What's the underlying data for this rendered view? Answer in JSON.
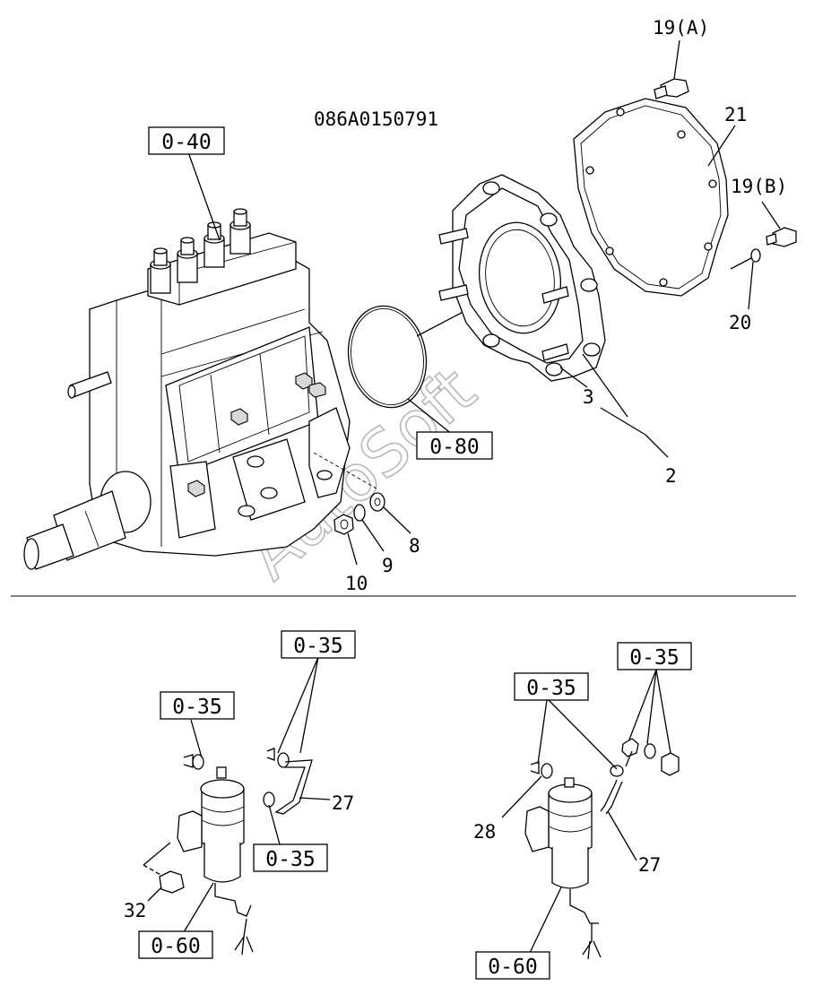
{
  "diagram_code": "086A0150791",
  "watermark": "AutoSoft",
  "refs": {
    "r040": "0-40",
    "r080": "0-80",
    "r035a": "0-35",
    "r035b": "0-35",
    "r035c": "0-35",
    "r035d": "0-35",
    "r035e": "0-35",
    "r060a": "0-60",
    "r060b": "0-60"
  },
  "parts": {
    "p19a": "19(A)",
    "p19b": "19(B)",
    "p21": "21",
    "p20": "20",
    "p3": "3",
    "p2": "2",
    "p8": "8",
    "p9": "9",
    "p10": "10",
    "p27a": "27",
    "p27b": "27",
    "p28": "28",
    "p32": "32"
  }
}
